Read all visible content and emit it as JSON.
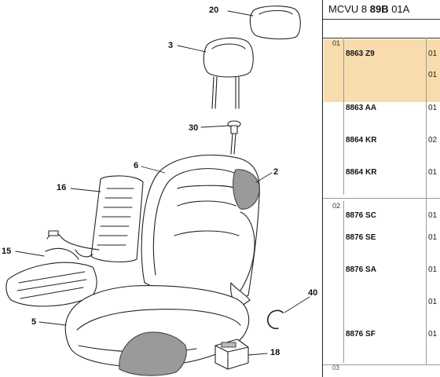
{
  "header": {
    "prefix": "MCVU 8 ",
    "bold": "89B",
    "suffix": " 01A"
  },
  "diagram": {
    "callouts": [
      "20",
      "3",
      "30",
      "6",
      "2",
      "16",
      "15",
      "5",
      "40",
      "18"
    ]
  },
  "list": {
    "groups": [
      "01",
      "02",
      "03"
    ],
    "refs": [
      "8863 Z9",
      "8863 AA",
      "8864 KR",
      "8864 KR",
      "8876 SC",
      "8876 SE",
      "8876 SA",
      "8876 SF"
    ],
    "qtys": [
      "01",
      "01",
      "01",
      "02",
      "01",
      "01",
      "01",
      "01",
      "01",
      "01"
    ]
  },
  "colors": {
    "highlight": "#f9dcae",
    "seat_insert": "#9a9a9a",
    "line": "#222222"
  }
}
